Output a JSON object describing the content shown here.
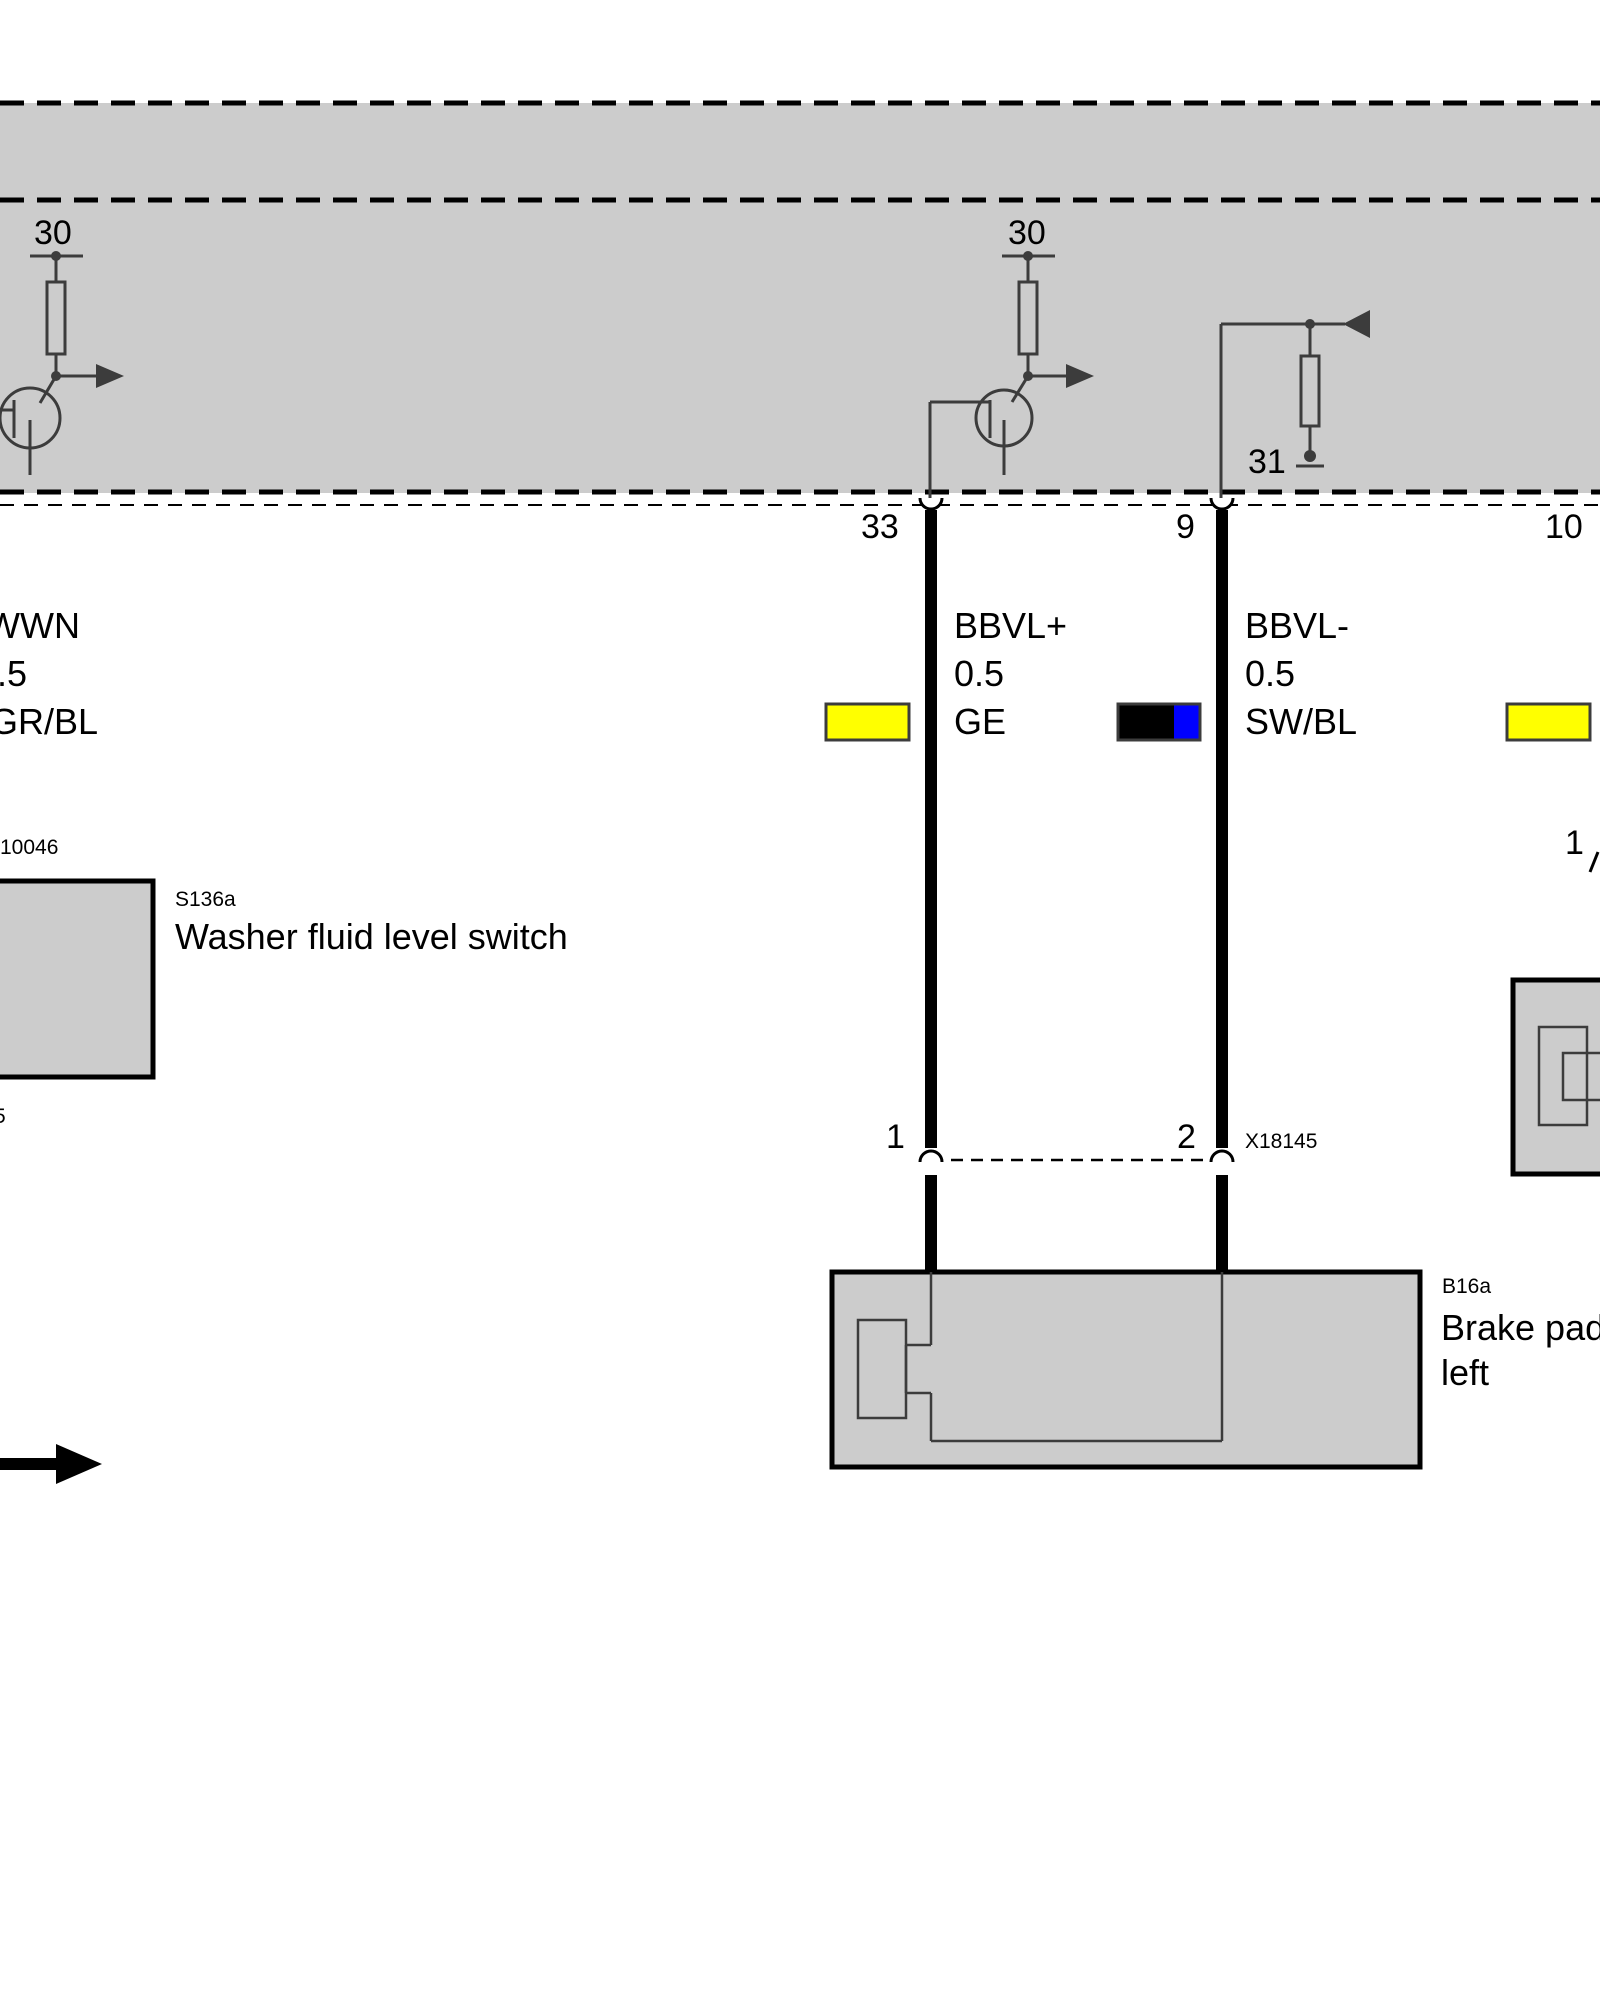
{
  "control_unit": {
    "terminal_30_left": "30",
    "terminal_30_mid": "30",
    "terminal_31": "31"
  },
  "wires": [
    {
      "pin": "33",
      "signal": "BBVL+",
      "cross_section": "0.5",
      "color_code": "GE",
      "swatch": [
        "#ffff00"
      ]
    },
    {
      "pin": "9",
      "signal": "BBVL-",
      "cross_section": "0.5",
      "color_code": "SW/BL",
      "swatch": [
        "#000000",
        "#0000ff"
      ]
    },
    {
      "pin": "10",
      "swatch": [
        "#ffff00"
      ]
    }
  ],
  "left_wire": {
    "signal": "WWN",
    "cross_section": ".5",
    "color_code": "GR/BL"
  },
  "connector_x18145": {
    "id": "X18145",
    "pin_1": "1",
    "pin_2": "2"
  },
  "washer_switch": {
    "connector_fragment": "10046",
    "ref": "S136a",
    "name": "Washer fluid level switch",
    "bottom_fragment": "5"
  },
  "brake_pad_sensor": {
    "ref": "B16a",
    "name_line1": "Brake pad",
    "name_line2": "left"
  },
  "right_component": {
    "pin": "1"
  },
  "colors": {
    "module_fill": "#cccccc",
    "component_fill": "#cccccc",
    "wire": "#000000",
    "symbol": "#3c3c3c"
  }
}
